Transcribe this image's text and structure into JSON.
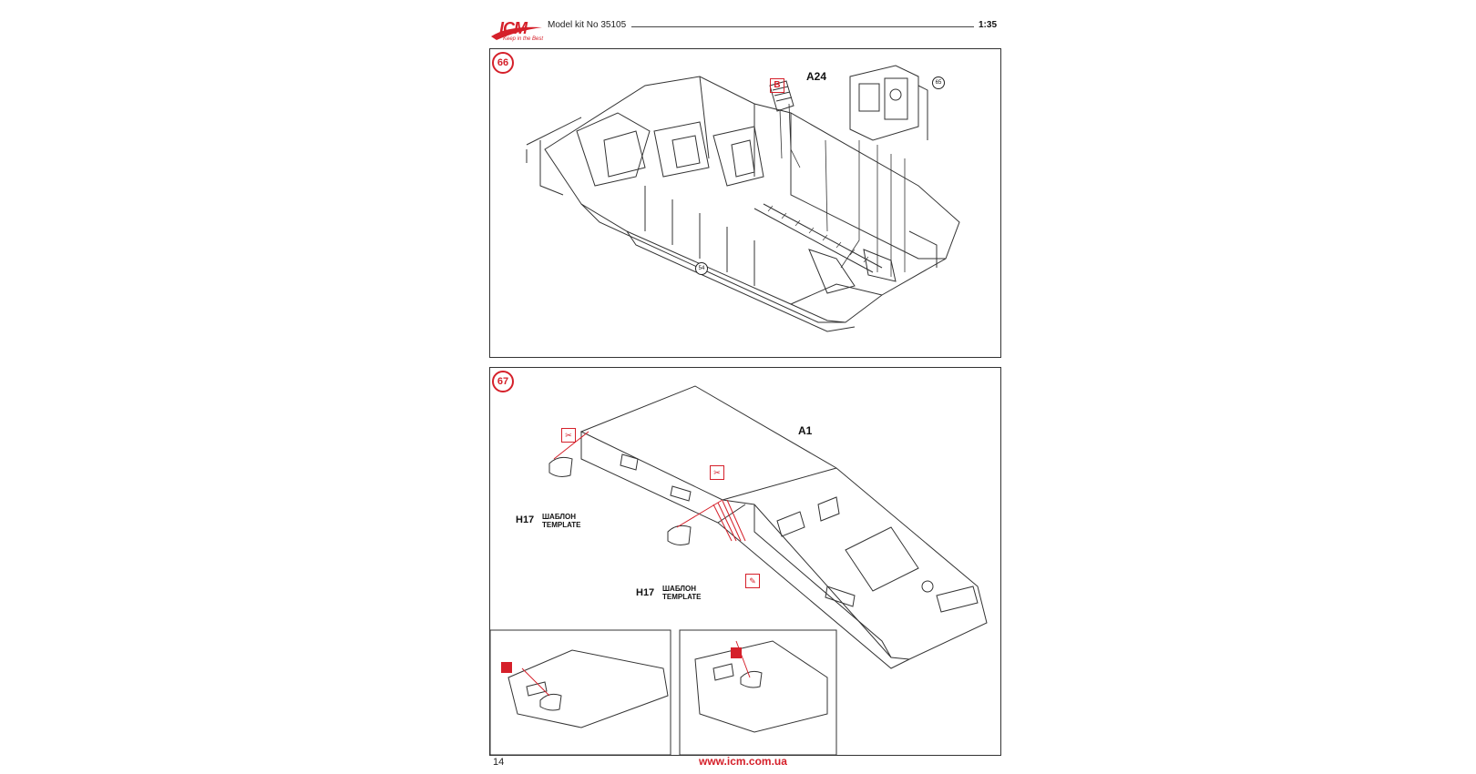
{
  "header": {
    "logo_text": "ICM",
    "logo_tagline": "Keep in the Best",
    "model_kit": "Model kit No 35105",
    "scale": "1:35"
  },
  "step66": {
    "number": "66",
    "part_a24": "A24",
    "glue_mark": "B",
    "ref_65": "65",
    "ref_54": "54"
  },
  "step67": {
    "number": "67",
    "part_a1": "A1",
    "template_1": {
      "part": "H17",
      "label_ru": "ШАБЛОН",
      "label_en": "TEMPLATE"
    },
    "template_2": {
      "part": "H17",
      "label_ru": "ШАБЛОН",
      "label_en": "TEMPLATE"
    }
  },
  "footer": {
    "page_number": "14",
    "website": "www.icm.com.ua"
  },
  "colors": {
    "accent": "#d5202a",
    "line": "#333333"
  }
}
